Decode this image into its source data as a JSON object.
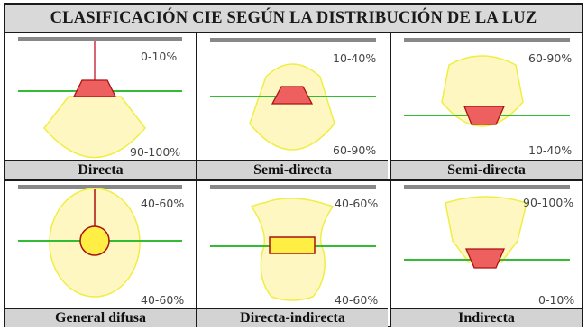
{
  "title": "CLASIFICACIÓN CIE SEGÚN LA DISTRIBUCIÓN DE LA LUZ",
  "colors": {
    "glow_fill": "#fff7c2",
    "glow_stroke": "#eeee44",
    "lamp_fill": "#ee6060",
    "lamp_stroke": "#aa1111",
    "ceiling": "#888888",
    "plane": "#33bb33"
  },
  "cells": [
    {
      "label": "Directa",
      "pct_top": "0-10%",
      "pct_bottom": "90-100%"
    },
    {
      "label": "Semi-directa",
      "pct_top": "10-40%",
      "pct_bottom": "60-90%"
    },
    {
      "label": "Semi-directa",
      "pct_top": "60-90%",
      "pct_bottom": "10-40%"
    },
    {
      "label": "General difusa",
      "pct_top": "40-60%",
      "pct_bottom": "40-60%"
    },
    {
      "label": "Directa-indirecta",
      "pct_top": "40-60%",
      "pct_bottom": "40-60%"
    },
    {
      "label": "Indirecta",
      "pct_top": "90-100%",
      "pct_bottom": "0-10%"
    }
  ]
}
